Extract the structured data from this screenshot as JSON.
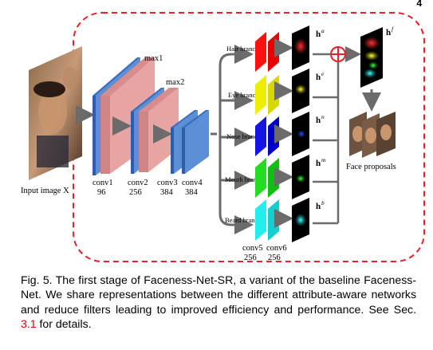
{
  "page": {
    "number": "4"
  },
  "figure": {
    "input_label": "Input image X",
    "conv_layers": [
      {
        "name": "conv1",
        "channels": "96"
      },
      {
        "name": "conv2",
        "channels": "256"
      },
      {
        "name": "conv3",
        "channels": "384"
      },
      {
        "name": "conv4",
        "channels": "384"
      }
    ],
    "pool_layers": [
      "max1",
      "max2"
    ],
    "branches": [
      {
        "label": "Hair branch",
        "map_symbol": "h",
        "map_sup": "a",
        "color": "#ff1010"
      },
      {
        "label": "Eye branch",
        "map_symbol": "h",
        "map_sup": "e",
        "color": "#eeee00"
      },
      {
        "label": "Nose branch",
        "map_symbol": "h",
        "map_sup": "n",
        "color": "#1414e6"
      },
      {
        "label": "Mouth branch",
        "map_symbol": "h",
        "map_sup": "m",
        "color": "#22dd22"
      },
      {
        "label": "Beard branch",
        "map_symbol": "h",
        "map_sup": "b",
        "color": "#22eeee"
      }
    ],
    "branch_convs": [
      {
        "name": "conv5",
        "channels": "256"
      },
      {
        "name": "conv6",
        "channels": "256"
      }
    ],
    "fused_map": {
      "symbol": "h",
      "sup": "f"
    },
    "face_proposals_label": "Face proposals",
    "colors": {
      "dashed_border": "#e8202a",
      "conv": "#5b8fd6",
      "pool": "#e8a3a3",
      "arrow": "#6b6b6b",
      "plus": "#e8202a"
    }
  },
  "caption": {
    "text_before_ref": "Fig. 5. The first stage of Faceness-Net-SR, a variant of the baseline Faceness-Net. We share representations between the different attribute-aware networks and reduce filters leading to improved efficiency and performance. See Sec.",
    "ref": "3.1",
    "text_after_ref": "for details."
  }
}
